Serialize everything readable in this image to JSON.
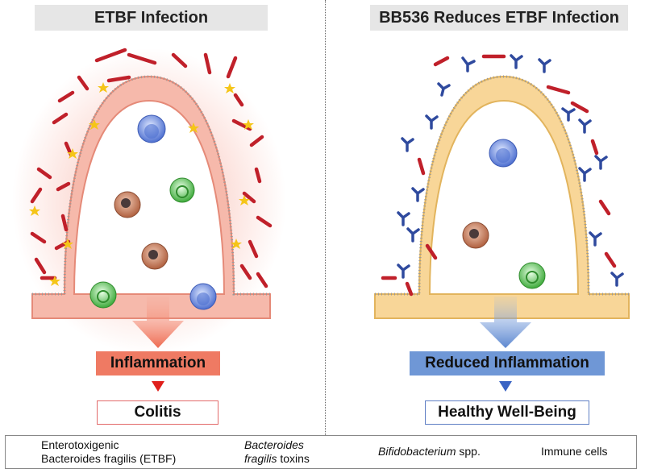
{
  "panels": {
    "left_title": "ETBF Infection",
    "right_title": "BB536 Reduces ETBF Infection"
  },
  "outcomes": {
    "left_inflammation": "Inflammation",
    "left_result": "Colitis",
    "right_inflammation": "Reduced Inflammation",
    "right_result": "Healthy Well-Being"
  },
  "legend": {
    "etbf_line1": "Enterotoxigenic",
    "etbf_line2": "Bacteroides fragilis (ETBF)",
    "toxins_line1": "Bacteroides",
    "toxins_line2_italic": "fragilis",
    "toxins_line2_rest": " toxins",
    "bifido_italic": "Bifidobacterium",
    "bifido_rest": " spp.",
    "immune": "Immune cells"
  },
  "colors": {
    "etbf_bacteria": "#c0202a",
    "toxin_star": "#f5c518",
    "bifidobacterium": "#2f4a9e",
    "inflamed_villus": "#f6b4a6",
    "healthy_villus": "#f7d08a",
    "inflammation_box": "#ef7a63",
    "reduced_inflammation_box": "#6f97d6"
  }
}
